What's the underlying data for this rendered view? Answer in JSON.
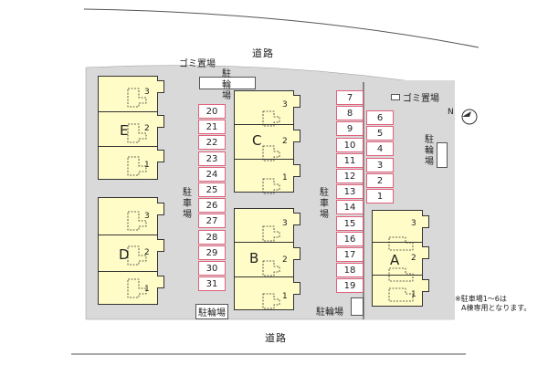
{
  "roads": {
    "top": "道路",
    "bottom": "道路"
  },
  "buildings": [
    {
      "name": "E",
      "units": [
        "3",
        "2",
        "1"
      ]
    },
    {
      "name": "D",
      "units": [
        "3",
        "2",
        "1"
      ]
    },
    {
      "name": "C",
      "units": [
        "3",
        "2",
        "1"
      ]
    },
    {
      "name": "B",
      "units": [
        "3",
        "2",
        "1"
      ]
    },
    {
      "name": "A",
      "units": [
        "3",
        "2",
        "1"
      ]
    }
  ],
  "parking_left": [
    "20",
    "21",
    "22",
    "23",
    "24",
    "25",
    "26",
    "27",
    "28",
    "29",
    "30",
    "31"
  ],
  "parking_middle": [
    "7",
    "8",
    "9",
    "10",
    "11",
    "12",
    "13",
    "14",
    "15",
    "16",
    "17",
    "18",
    "19"
  ],
  "parking_right": [
    "6",
    "5",
    "4",
    "3",
    "2",
    "1"
  ],
  "labels": {
    "garbage_top": "ゴミ置場",
    "bike_top": "駐輪場",
    "parking_left": "駐車場",
    "parking_middle": "駐車場",
    "bike_bottom_left": "駐輪場",
    "bike_bottom_mid": "駐輪場",
    "garbage_right": "ゴミ置場",
    "bike_right": "駐輪場",
    "north": "N"
  },
  "note": [
    "※駐車場1～6は",
    "A棟専用となります。"
  ]
}
